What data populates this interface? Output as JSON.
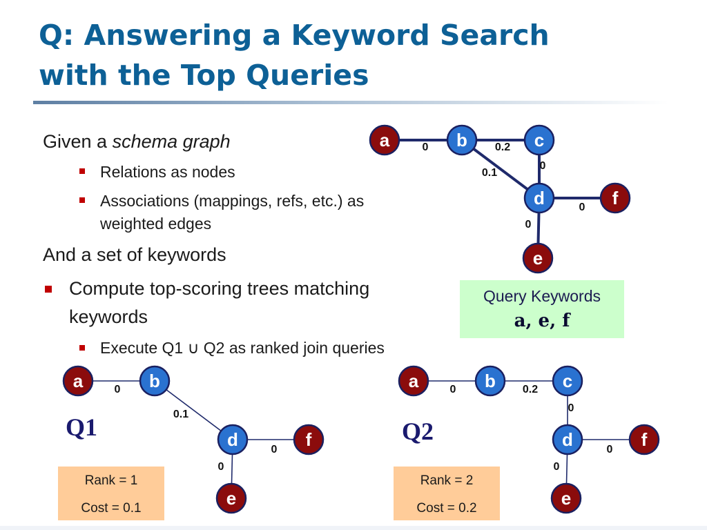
{
  "slide": {
    "title_line1": "Q: Answering a Keyword Search",
    "title_line2": "with the Top Queries"
  },
  "body": {
    "given_prefix": "Given a ",
    "given_italic": "schema graph",
    "sub1": "Relations as nodes",
    "sub2_line1": "Associations (mappings, refs, etc.) as",
    "sub2_line2": "weighted edges",
    "keywords_line": "And a set of keywords",
    "compute_line1": "Compute top-scoring trees matching",
    "compute_line2": "keywords",
    "execute_line": "Execute Q1 ∪ Q2 as ranked join queries"
  },
  "query_keywords": {
    "label": "Query Keywords",
    "value": "a, e, f"
  },
  "colors": {
    "keyword_node": "#8b0c0c",
    "plain_node": "#2a72d0",
    "node_ring": "#1a2060",
    "edge": "#1f2a6b",
    "title": "#0d6096",
    "bullet": "#c00000"
  },
  "schema_graph": {
    "nodes": [
      {
        "id": "a",
        "keyword": true
      },
      {
        "id": "b",
        "keyword": false
      },
      {
        "id": "c",
        "keyword": false
      },
      {
        "id": "d",
        "keyword": false
      },
      {
        "id": "f",
        "keyword": true
      },
      {
        "id": "e",
        "keyword": true
      }
    ],
    "edges": [
      {
        "from": "a",
        "to": "b",
        "weight": "0"
      },
      {
        "from": "b",
        "to": "c",
        "weight": "0.2"
      },
      {
        "from": "b",
        "to": "d",
        "weight": "0.1"
      },
      {
        "from": "c",
        "to": "d",
        "weight": "0"
      },
      {
        "from": "d",
        "to": "f",
        "weight": "0"
      },
      {
        "from": "d",
        "to": "e",
        "weight": "0"
      }
    ]
  },
  "queries": [
    {
      "label": "Q1",
      "rank": "Rank = 1",
      "cost": "Cost = 0.1",
      "nodes": [
        {
          "id": "a",
          "keyword": true
        },
        {
          "id": "b",
          "keyword": false
        },
        {
          "id": "d",
          "keyword": false
        },
        {
          "id": "f",
          "keyword": true
        },
        {
          "id": "e",
          "keyword": true
        }
      ],
      "edges": [
        {
          "from": "a",
          "to": "b",
          "weight": "0"
        },
        {
          "from": "b",
          "to": "d",
          "weight": "0.1"
        },
        {
          "from": "d",
          "to": "f",
          "weight": "0"
        },
        {
          "from": "d",
          "to": "e",
          "weight": "0"
        }
      ]
    },
    {
      "label": "Q2",
      "rank": "Rank = 2",
      "cost": "Cost = 0.2",
      "nodes": [
        {
          "id": "a",
          "keyword": true
        },
        {
          "id": "b",
          "keyword": false
        },
        {
          "id": "c",
          "keyword": false
        },
        {
          "id": "d",
          "keyword": false
        },
        {
          "id": "f",
          "keyword": true
        },
        {
          "id": "e",
          "keyword": true
        }
      ],
      "edges": [
        {
          "from": "a",
          "to": "b",
          "weight": "0"
        },
        {
          "from": "b",
          "to": "c",
          "weight": "0.2"
        },
        {
          "from": "c",
          "to": "d",
          "weight": "0"
        },
        {
          "from": "d",
          "to": "f",
          "weight": "0"
        },
        {
          "from": "d",
          "to": "e",
          "weight": "0"
        }
      ]
    }
  ]
}
